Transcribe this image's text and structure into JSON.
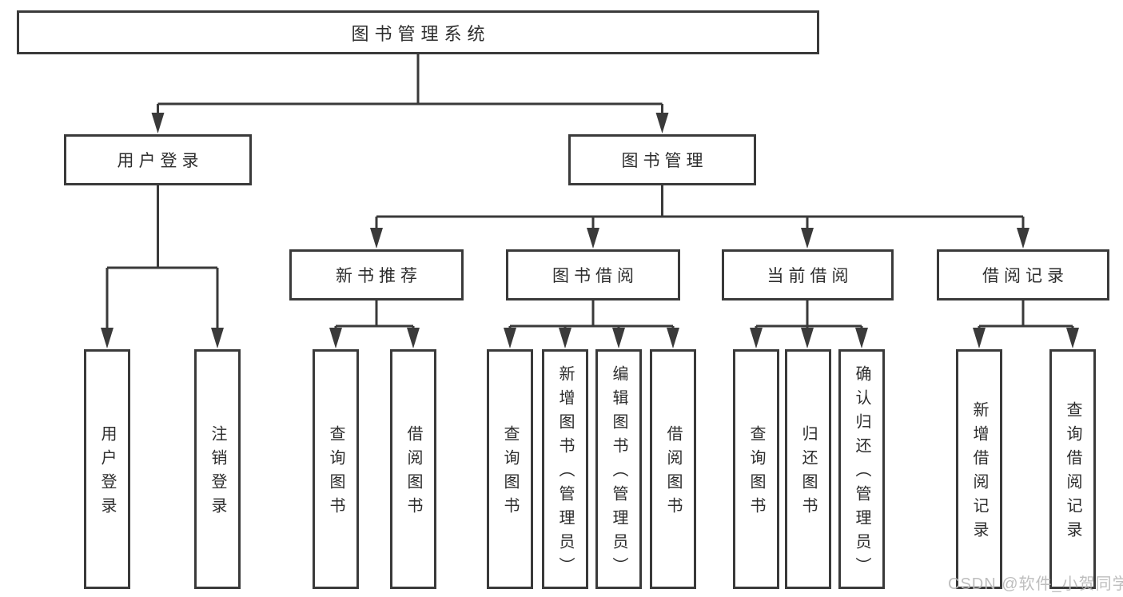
{
  "diagram": {
    "title": "图书管理系统",
    "branches": [
      {
        "label": "用户登录",
        "children": [
          {
            "label": "用户登录"
          },
          {
            "label": "注销登录"
          }
        ]
      },
      {
        "label": "图书管理",
        "children": [
          {
            "label": "新书推荐",
            "children": [
              {
                "label": "查询图书"
              },
              {
                "label": "借阅图书"
              }
            ]
          },
          {
            "label": "图书借阅",
            "children": [
              {
                "label": "查询图书"
              },
              {
                "label": "新增图书（管理员）"
              },
              {
                "label": "编辑图书（管理员）"
              },
              {
                "label": "借阅图书"
              }
            ]
          },
          {
            "label": "当前借阅",
            "children": [
              {
                "label": "查询图书"
              },
              {
                "label": "归还图书"
              },
              {
                "label": "确认归还（管理员）"
              }
            ]
          },
          {
            "label": "借阅记录",
            "children": [
              {
                "label": "新增借阅记录"
              },
              {
                "label": "查询借阅记录"
              }
            ]
          }
        ]
      }
    ]
  },
  "watermark": {
    "text": "CSDN @软件_小贺同学"
  },
  "colors": {
    "line": "#3a3a3a",
    "box_border": "#3a3a3a",
    "text": "#2d2d2d",
    "watermark": "#bababa",
    "background": "#ffffff"
  }
}
